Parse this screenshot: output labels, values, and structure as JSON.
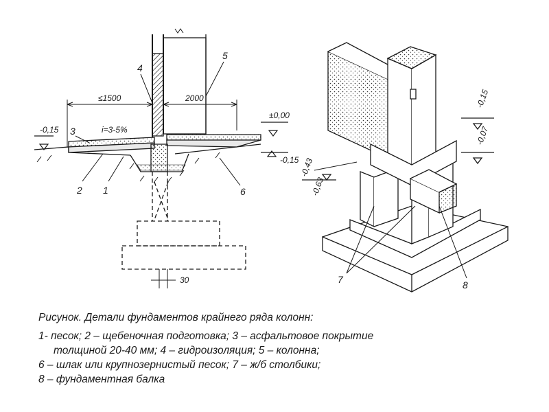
{
  "left_section": {
    "dim_width": "≤1500",
    "dim_wall": "2000",
    "slope": "i=3-5%",
    "elev_ground_left": "-0,15",
    "elev_zero": "±0,00",
    "elev_right": "-0,15",
    "dim_bottom": "30",
    "labels": [
      "1",
      "2",
      "3",
      "4",
      "5",
      "6"
    ]
  },
  "right_section": {
    "elev_top": "-0,15",
    "elev_mid": "-0,07",
    "elev_left_top": "-0,43",
    "elev_left_bottom": "-0,63",
    "labels": [
      "7",
      "8"
    ]
  },
  "caption": {
    "title": "Рисунок. Детали фундаментов крайнего ряда колонн:",
    "line1": "1- песок; 2 – щебеночная подготовка; 3 – асфальтовое покрытие",
    "line2": "толщиной 20-40 мм; 4 – гидроизоляция; 5 – колонна;",
    "line3": "6 – шлак или крупнозернистый песок; 7 – ж/б столбики;",
    "line4": "8 – фундаментная балка"
  }
}
